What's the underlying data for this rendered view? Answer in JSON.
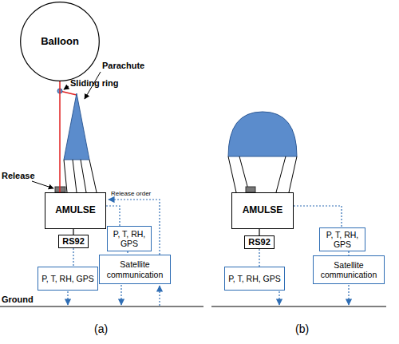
{
  "diagram": {
    "nodes": [
      {
        "text": [
          "Balloon"
        ]
      },
      {
        "text": [
          "AMULSE"
        ]
      },
      {
        "text": [
          "RS92"
        ]
      },
      {
        "text": [
          "P, T, RH, GPS"
        ]
      },
      {
        "text": [
          "P, T, RH, GPS"
        ]
      },
      {
        "text": [
          "Satellite communication"
        ]
      },
      {
        "text": [
          "AMULSE"
        ]
      },
      {
        "text": [
          "RS92"
        ]
      },
      {
        "text": [
          "P, T, RH, GPS"
        ]
      },
      {
        "text": [
          "P, T, RH, GPS"
        ]
      },
      {
        "text": [
          "Satellite communication"
        ]
      }
    ],
    "edges": [
      {
        "from": 0,
        "to": 1,
        "arrow": "none"
      },
      {
        "from": 1,
        "to": 2,
        "arrow": "none"
      },
      {
        "from": 2,
        "to": 3,
        "arrow": "none"
      },
      {
        "from": 1,
        "to": 4,
        "arrow": "none"
      },
      {
        "from": 4,
        "to": 5,
        "arrow": "none"
      },
      {
        "from": 6,
        "to": 7,
        "arrow": "none"
      },
      {
        "from": 7,
        "to": 8,
        "arrow": "none"
      },
      {
        "from": 6,
        "to": 9,
        "arrow": "none"
      },
      {
        "from": 9,
        "to": 10,
        "arrow": "none"
      }
    ],
    "labels": [
      "Sliding ring",
      "Parachute",
      "Release",
      "Release order",
      "Ground",
      "(a)",
      "(b)"
    ]
  }
}
